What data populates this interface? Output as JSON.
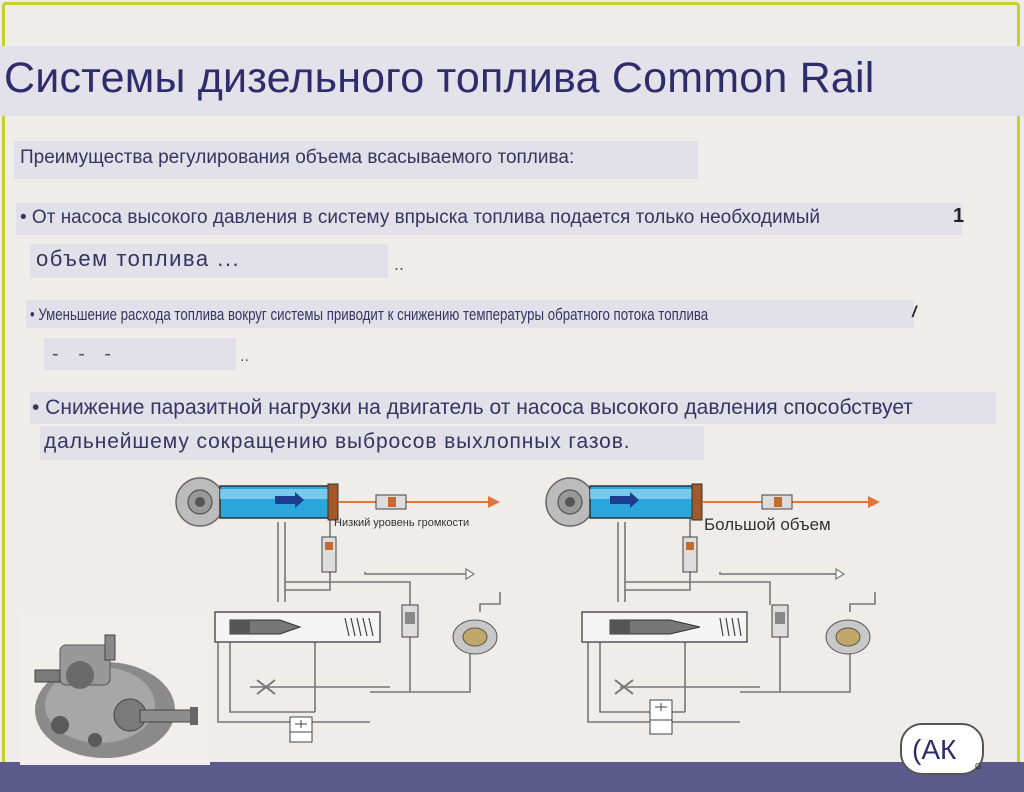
{
  "slide": {
    "title": "Системы дизельного топлива Common Rail",
    "subtitle": "Преимущества регулирования объема всасываемого топлива:",
    "bullets": [
      {
        "line1": "• От насоса высокого давления в систему впрыска топлива подается только необходимый",
        "mark1": "1",
        "line2": "объем топлива ...",
        "dots": ".."
      },
      {
        "line1": "• Уменьшение расхода топлива вокруг системы приводит к снижению температуры обратного потока топлива",
        "mark1": "/",
        "line2": "- - -",
        "dots": ".."
      },
      {
        "line1": "• Снижение паразитной нагрузки на двигатель от насоса высокого давления способствует",
        "line2": "дальнейшему сокращению выбросов выхлопных газов."
      }
    ],
    "diagram_labels": {
      "left": "Низкий уровень громкости",
      "right": "Большой объем"
    },
    "logo_text": "(АК",
    "logo_small": "G"
  },
  "colors": {
    "title": "#2f2c6b",
    "frame_border": "#c8d02a",
    "cylinder": "#2aa6dc",
    "arrow": "#e0763a",
    "bottom_band": "#5b5a8a"
  }
}
